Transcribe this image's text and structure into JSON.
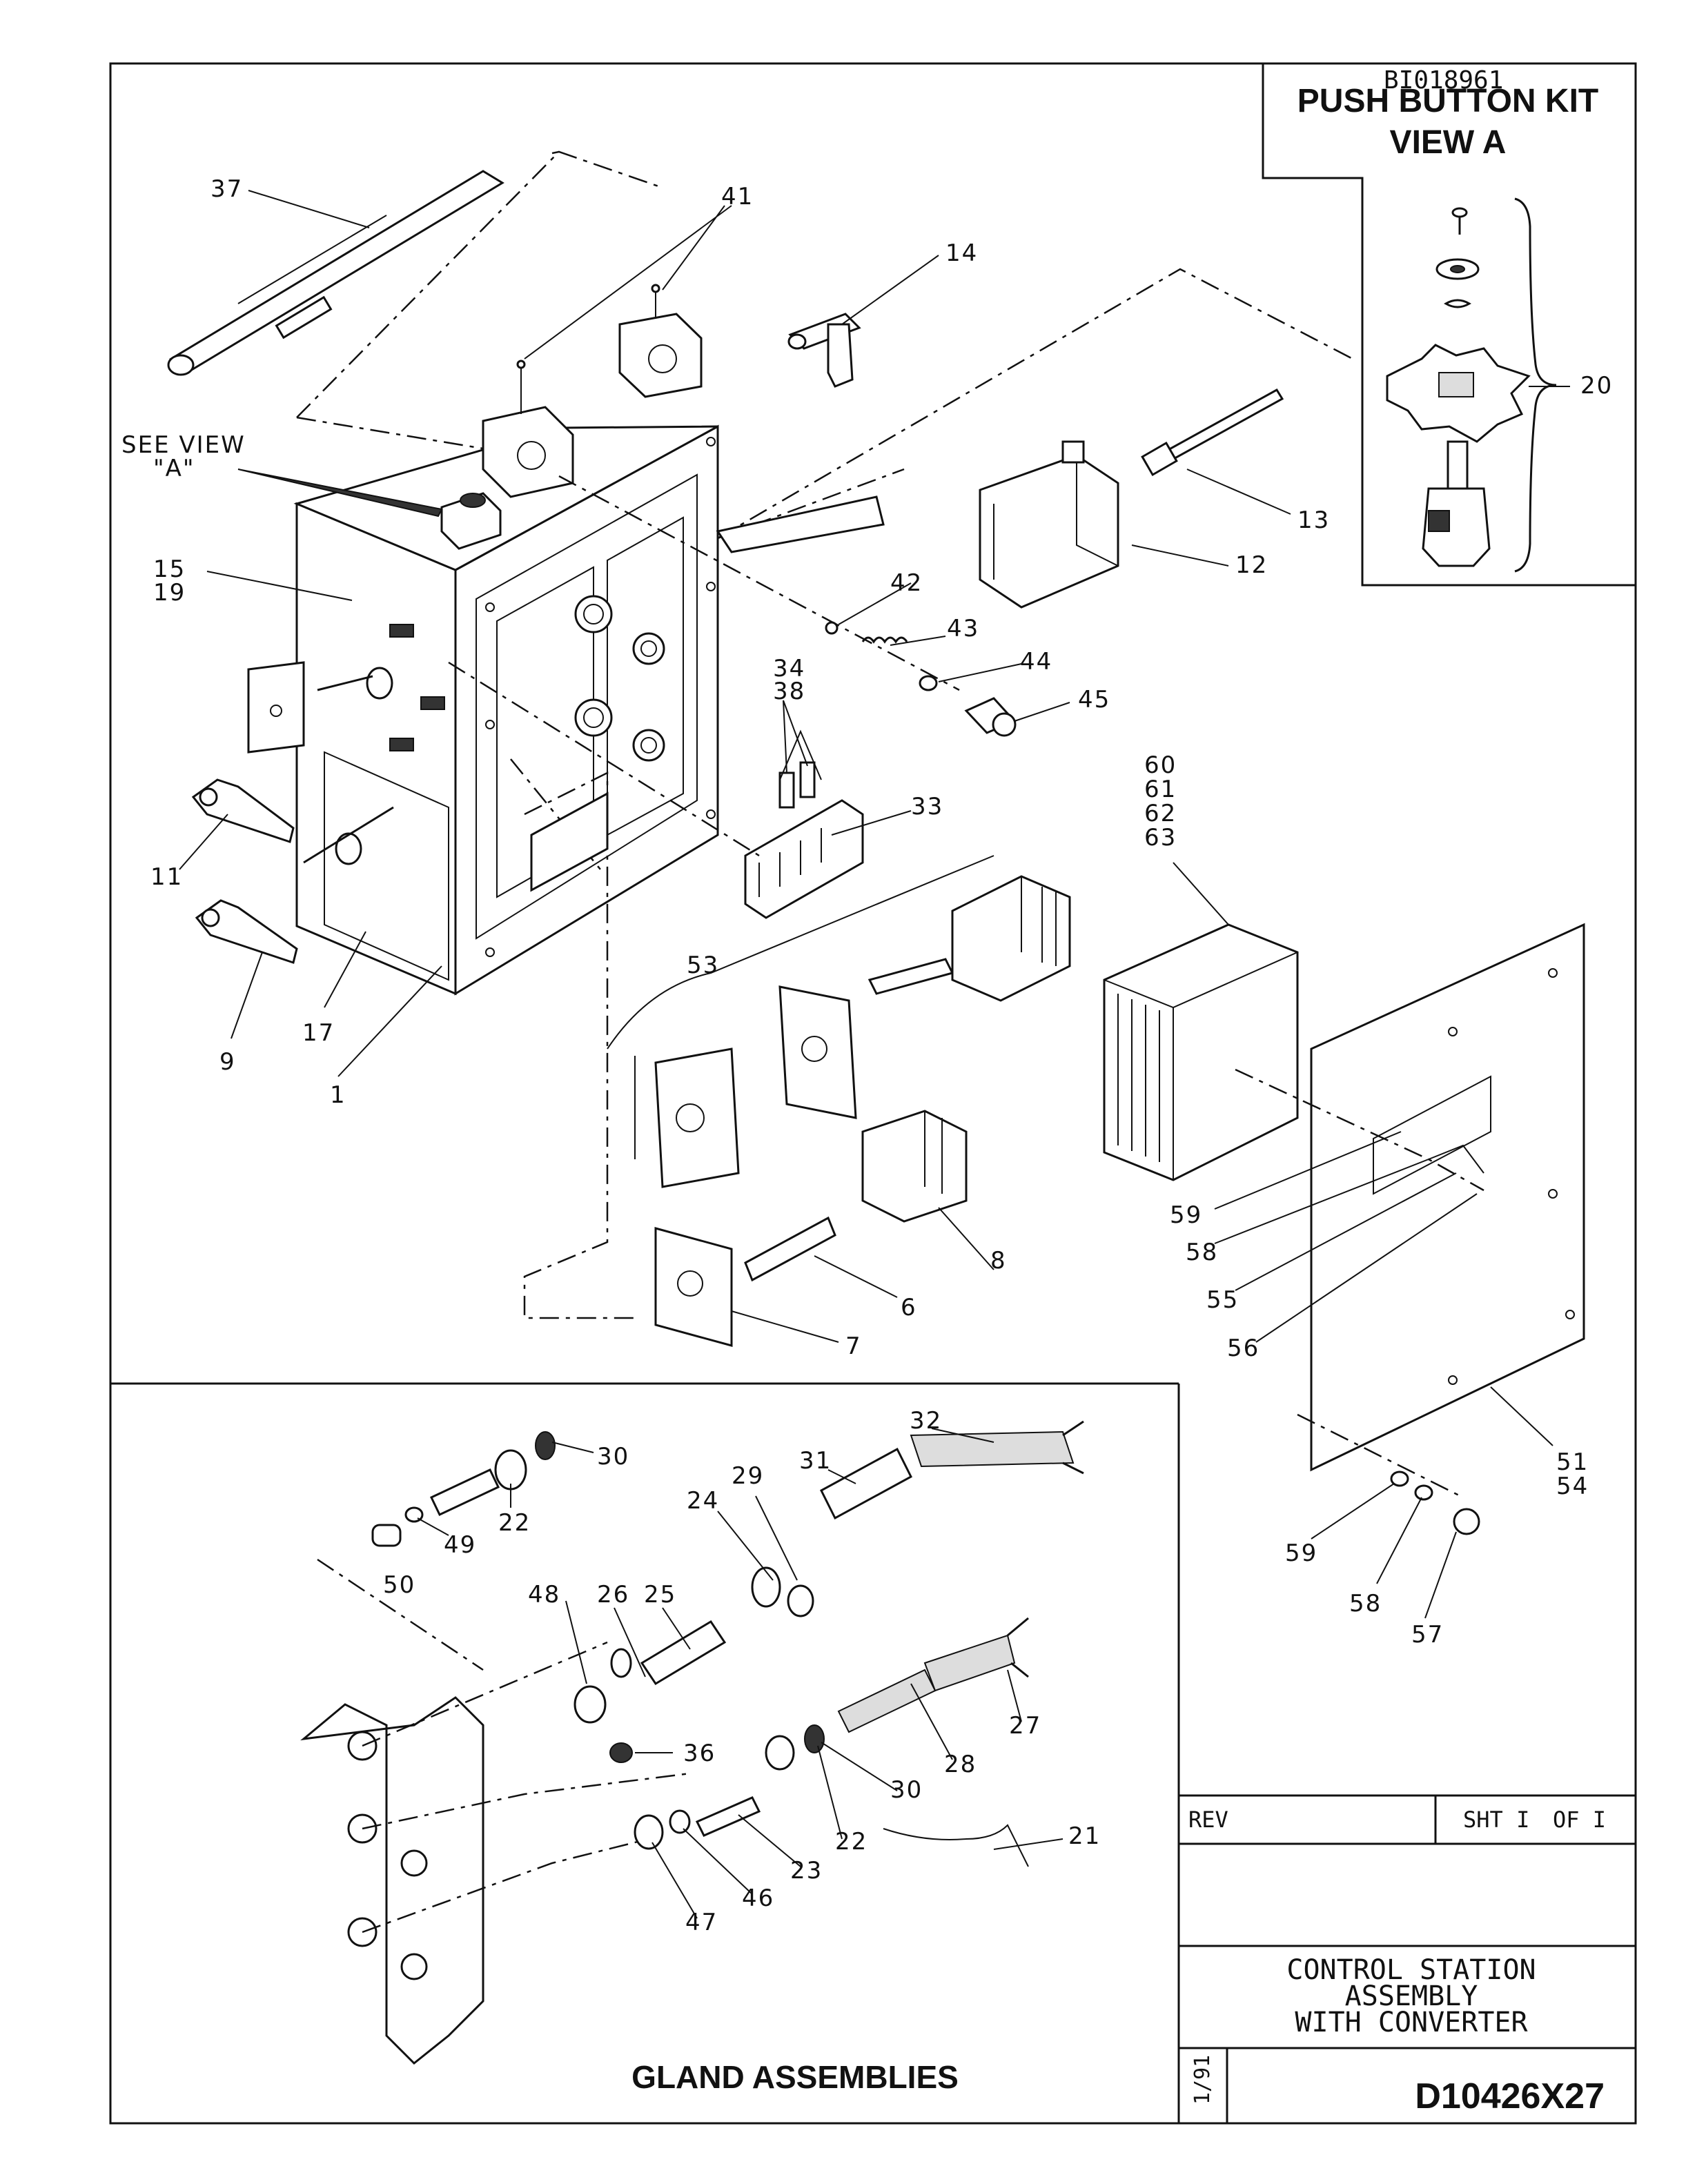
{
  "drawing_id": "BI018961",
  "view_a": {
    "title_line1": "PUSH BUTTON KIT",
    "title_line2": "VIEW A"
  },
  "see_view": {
    "line1": "SEE VIEW",
    "line2": "\"A\""
  },
  "gland_title": "GLAND ASSEMBLIES",
  "title_block": {
    "rev_label": "REV",
    "sht_label": "SHT I",
    "of_label": "OF I",
    "title_line1": "CONTROL STATION",
    "title_line2": "ASSEMBLY",
    "title_line3": "WITH CONVERTER",
    "date": "1/91",
    "drawing_number": "D10426X27"
  },
  "callouts": {
    "c37": "37",
    "c41": "41",
    "c14": "14",
    "c20": "20",
    "c13": "13",
    "c12": "12",
    "c15": "15",
    "c19": "19",
    "c42": "42",
    "c43": "43",
    "c44": "44",
    "c45": "45",
    "c34": "34",
    "c38": "38",
    "c33": "33",
    "c11": "11",
    "c9": "9",
    "c17": "17",
    "c1": "1",
    "c53": "53",
    "c8": "8",
    "c6": "6",
    "c7": "7",
    "c60": "60",
    "c61": "61",
    "c62": "62",
    "c63": "63",
    "c59": "59",
    "c58": "58",
    "c55": "55",
    "c56": "56",
    "c51": "51",
    "c54": "54",
    "c59b": "59",
    "c58b": "58",
    "c57": "57",
    "c30": "30",
    "c22": "22",
    "c49": "49",
    "c50": "50",
    "c32": "32",
    "c31": "31",
    "c29": "29",
    "c24": "24",
    "c25": "25",
    "c48": "48",
    "c26": "26",
    "c36": "36",
    "c30b": "30",
    "c28": "28",
    "c27": "27",
    "c22b": "22",
    "c23": "23",
    "c46": "46",
    "c47": "47",
    "c21": "21"
  }
}
